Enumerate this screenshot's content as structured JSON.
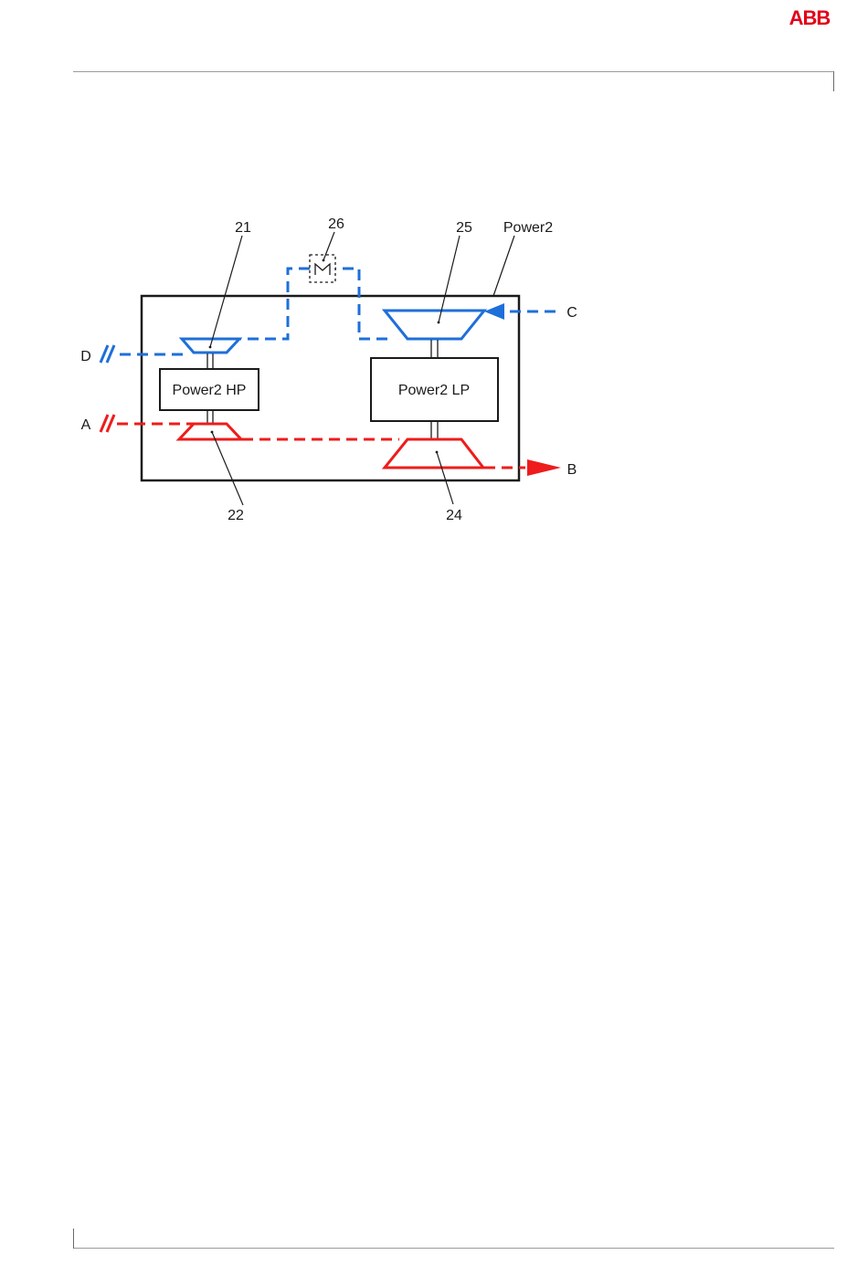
{
  "header": {
    "logo_text": "ABB",
    "brand_color": "#e2001a"
  },
  "diagram": {
    "colors": {
      "air": "#1e6fd9",
      "exhaust": "#ee1c1c",
      "frame": "#1a1a1a"
    },
    "labels": {
      "num_21": "21",
      "num_26": "26",
      "num_25": "25",
      "power2": "Power2",
      "port_c": "C",
      "port_d": "D",
      "port_a": "A",
      "port_b": "B",
      "num_22": "22",
      "num_24": "24"
    },
    "boxes": {
      "hp": "Power2 HP",
      "lp": "Power2 LP"
    }
  }
}
